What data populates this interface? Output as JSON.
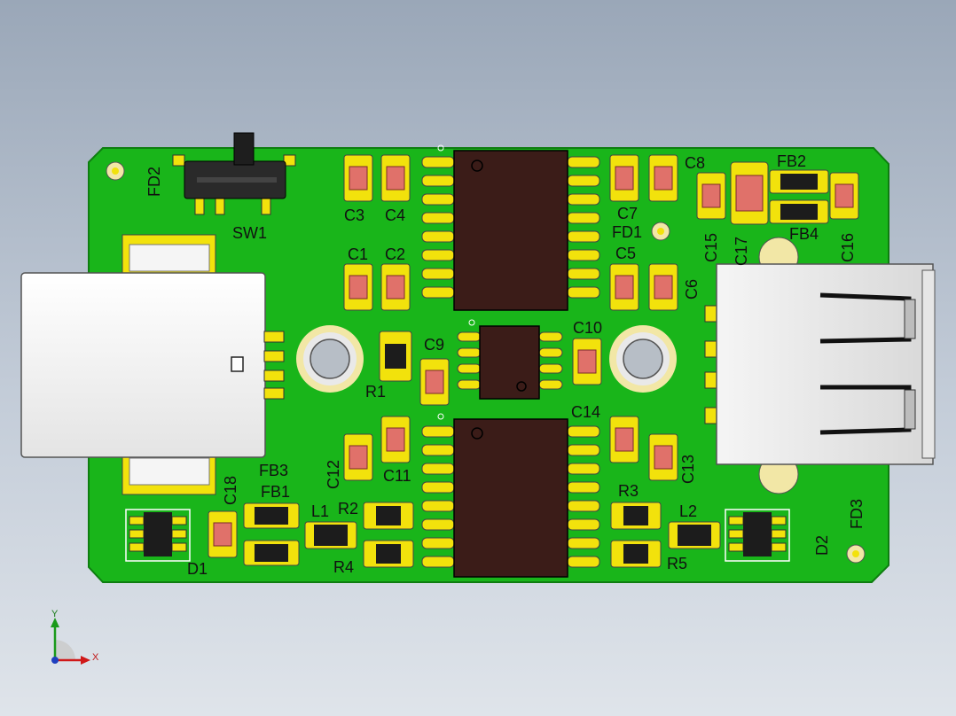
{
  "colors": {
    "background_top": "#9aa7b8",
    "board": "#19b51a",
    "board_edge": "#0e7d10",
    "pad": "#f2e20c",
    "ic_body": "#3b1c18",
    "cap_body": "#e0716a",
    "silkscreen": "#ffffff"
  },
  "labels": {
    "fd2": "FD2",
    "sw1": "SW1",
    "c3": "C3",
    "c4": "C4",
    "c1": "C1",
    "c2": "C2",
    "c7": "C7",
    "c8": "C8",
    "c5": "C5",
    "c6": "C6",
    "fd1": "FD1",
    "fb2": "FB2",
    "fb4": "FB4",
    "c15": "C15",
    "c17": "C17",
    "c16": "C16",
    "r1": "R1",
    "c9": "C9",
    "c10": "C10",
    "c12": "C12",
    "c11": "C11",
    "c14": "C14",
    "c13": "C13",
    "c18": "C18",
    "fb3": "FB3",
    "fb1": "FB1",
    "l1": "L1",
    "r2": "R2",
    "r4": "R4",
    "r3": "R3",
    "l2": "L2",
    "r5": "R5",
    "d1": "D1",
    "d2": "D2",
    "fd3": "FD3"
  },
  "triad": {
    "y_label": "Y",
    "x_label": "X"
  }
}
